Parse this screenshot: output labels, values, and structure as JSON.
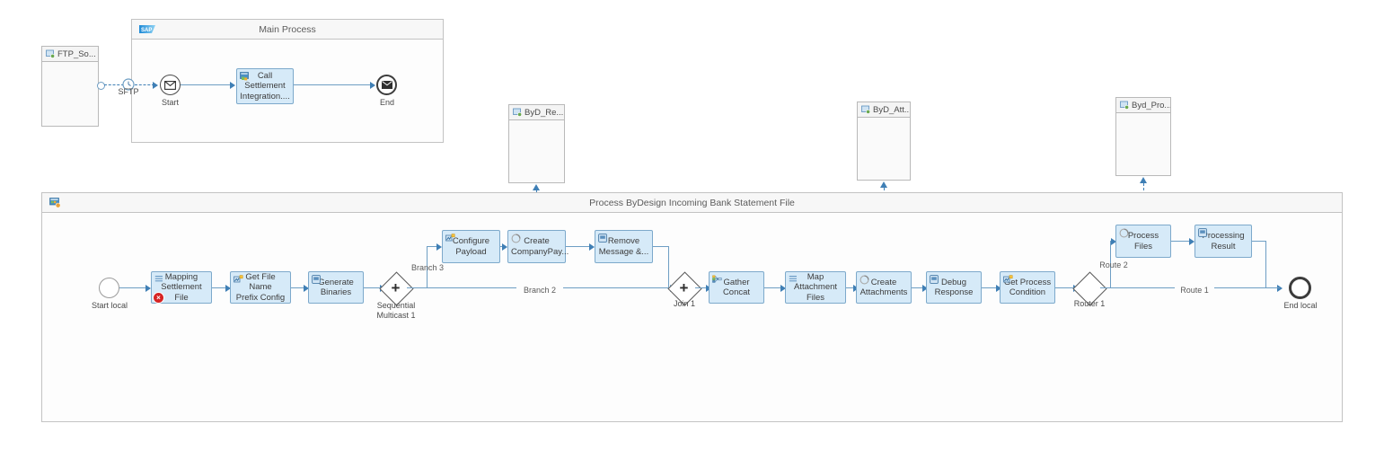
{
  "diagram": {
    "type": "sap-cloud-integration-iflow",
    "colors": {
      "task_fill": "#d6eaf8",
      "task_border": "#7da9cb",
      "connector": "#6e9ec4",
      "arrow": "#3f7fb5",
      "pool_header": "#f7f7f7",
      "participant_fill": "#fafafa",
      "error_badge": "#d62424"
    }
  },
  "sender": {
    "name": "FTP_So...",
    "icon": "participant-icon"
  },
  "main_process": {
    "title": "Main Process",
    "icon": "sap-logo-icon",
    "adapter_label": "SFTP",
    "elements": [
      {
        "id": "start",
        "label": "Start",
        "type": "message-start-event",
        "icon": "envelope-icon"
      },
      {
        "id": "call-settlement",
        "label": "Call Settlement Integration....",
        "type": "process-call",
        "icon": "process-call-icon"
      },
      {
        "id": "end",
        "label": "End",
        "type": "message-end-event",
        "icon": "envelope-icon"
      }
    ]
  },
  "receivers": [
    {
      "id": "byd-re",
      "name": "ByD_Re...",
      "icon": "participant-icon",
      "channel": "OData"
    },
    {
      "id": "byd-att",
      "name": "ByD_Att...",
      "icon": "participant-icon",
      "channel": "OData"
    },
    {
      "id": "byd-pro",
      "name": "Byd_Pro...",
      "icon": "participant-icon",
      "channel": "OData"
    }
  ],
  "local_process": {
    "title": "Process ByDesign Incoming Bank Statement File",
    "icon": "local-process-icon",
    "start": {
      "label": "Start local",
      "type": "start-event"
    },
    "end": {
      "label": "End local",
      "type": "end-event"
    },
    "steps": [
      {
        "id": "mapping-settlement-file",
        "label": "Mapping\nSettlement File",
        "icon": "message-mapping-icon",
        "error": true,
        "error_badge": "×"
      },
      {
        "id": "get-file-name-prefix-config",
        "label": "Get File Name\nPrefix Config",
        "icon": "content-modifier-icon",
        "error": false
      },
      {
        "id": "generate-binaries",
        "label": "Generate\nBinaries",
        "icon": "script-icon",
        "error": false
      },
      {
        "id": "configure-payload",
        "label": "Configure\nPayload",
        "icon": "content-modifier-icon",
        "error": false
      },
      {
        "id": "create-companypay",
        "label": "Create\nCompanyPay...",
        "icon": "request-reply-icon",
        "error": false
      },
      {
        "id": "remove-message",
        "label": "Remove\nMessage &...",
        "icon": "script-icon",
        "error": false
      },
      {
        "id": "gather-concat",
        "label": "Gather Concat",
        "icon": "gather-icon",
        "error": false
      },
      {
        "id": "map-attachment-files",
        "label": "Map\nAttachment Files",
        "icon": "message-mapping-icon",
        "error": false
      },
      {
        "id": "create-attachments",
        "label": "Create\nAttachments",
        "icon": "request-reply-icon",
        "error": false
      },
      {
        "id": "debug-response",
        "label": "Debug\nResponse",
        "icon": "script-icon",
        "error": false
      },
      {
        "id": "get-process-condition",
        "label": "Get Process\nCondition",
        "icon": "content-modifier-icon",
        "error": false
      },
      {
        "id": "process-files",
        "label": "Process Files",
        "icon": "request-reply-icon",
        "error": false
      },
      {
        "id": "processing-result",
        "label": "Processing\nResult",
        "icon": "script-icon",
        "error": false
      }
    ],
    "gateways": [
      {
        "id": "sequential-multicast-1",
        "label": "Sequential\nMulticast 1",
        "type": "multicast",
        "glyph": "+"
      },
      {
        "id": "join-1",
        "label": "Join 1",
        "type": "join",
        "glyph": "+"
      },
      {
        "id": "router-1",
        "label": "Router 1",
        "type": "exclusive-gateway",
        "glyph": ""
      }
    ],
    "branch_labels": [
      {
        "id": "branch-3",
        "label": "Branch 3"
      },
      {
        "id": "branch-2",
        "label": "Branch 2"
      },
      {
        "id": "route-2",
        "label": "Route 2"
      },
      {
        "id": "route-1",
        "label": "Route 1"
      }
    ]
  }
}
